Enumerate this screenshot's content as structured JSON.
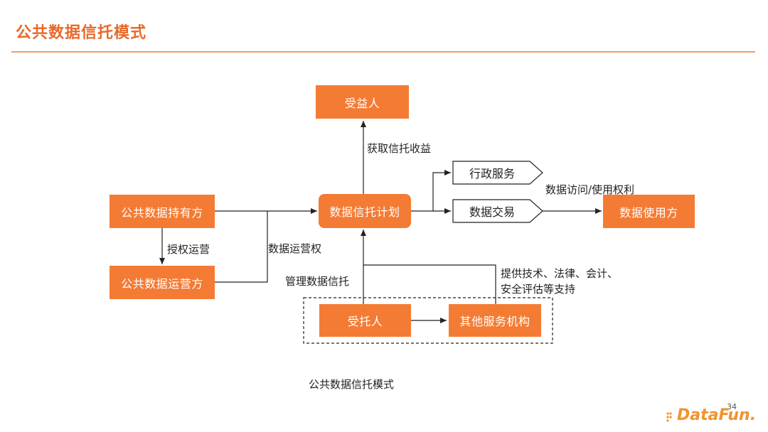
{
  "slide": {
    "title": "公共数据信托模式",
    "caption": "公共数据信托模式",
    "page_number": "34",
    "logo_text": "DataFun."
  },
  "nodes": {
    "beneficiary": "受益人",
    "public_data_holder": "公共数据持有方",
    "public_data_operator": "公共数据运营方",
    "data_trust_plan": "数据信托计划",
    "admin_service": "行政服务",
    "data_trading": "数据交易",
    "data_user": "数据使用方",
    "trustee": "受托人",
    "other_service_orgs": "其他服务机构"
  },
  "edge_labels": {
    "obtain_trust_income": "获取信托收益",
    "authorized_operation": "授权运营",
    "data_operation_right": "数据运营权",
    "manage_data_trust": "管理数据信托",
    "support": "提供技术、法律、会计、安全评估等支持",
    "access_use_rights": "数据访问/使用权利"
  },
  "colors": {
    "accent": "#f47b34",
    "title": "#e8692a",
    "rule": "#f0a068",
    "line": "#222222"
  }
}
